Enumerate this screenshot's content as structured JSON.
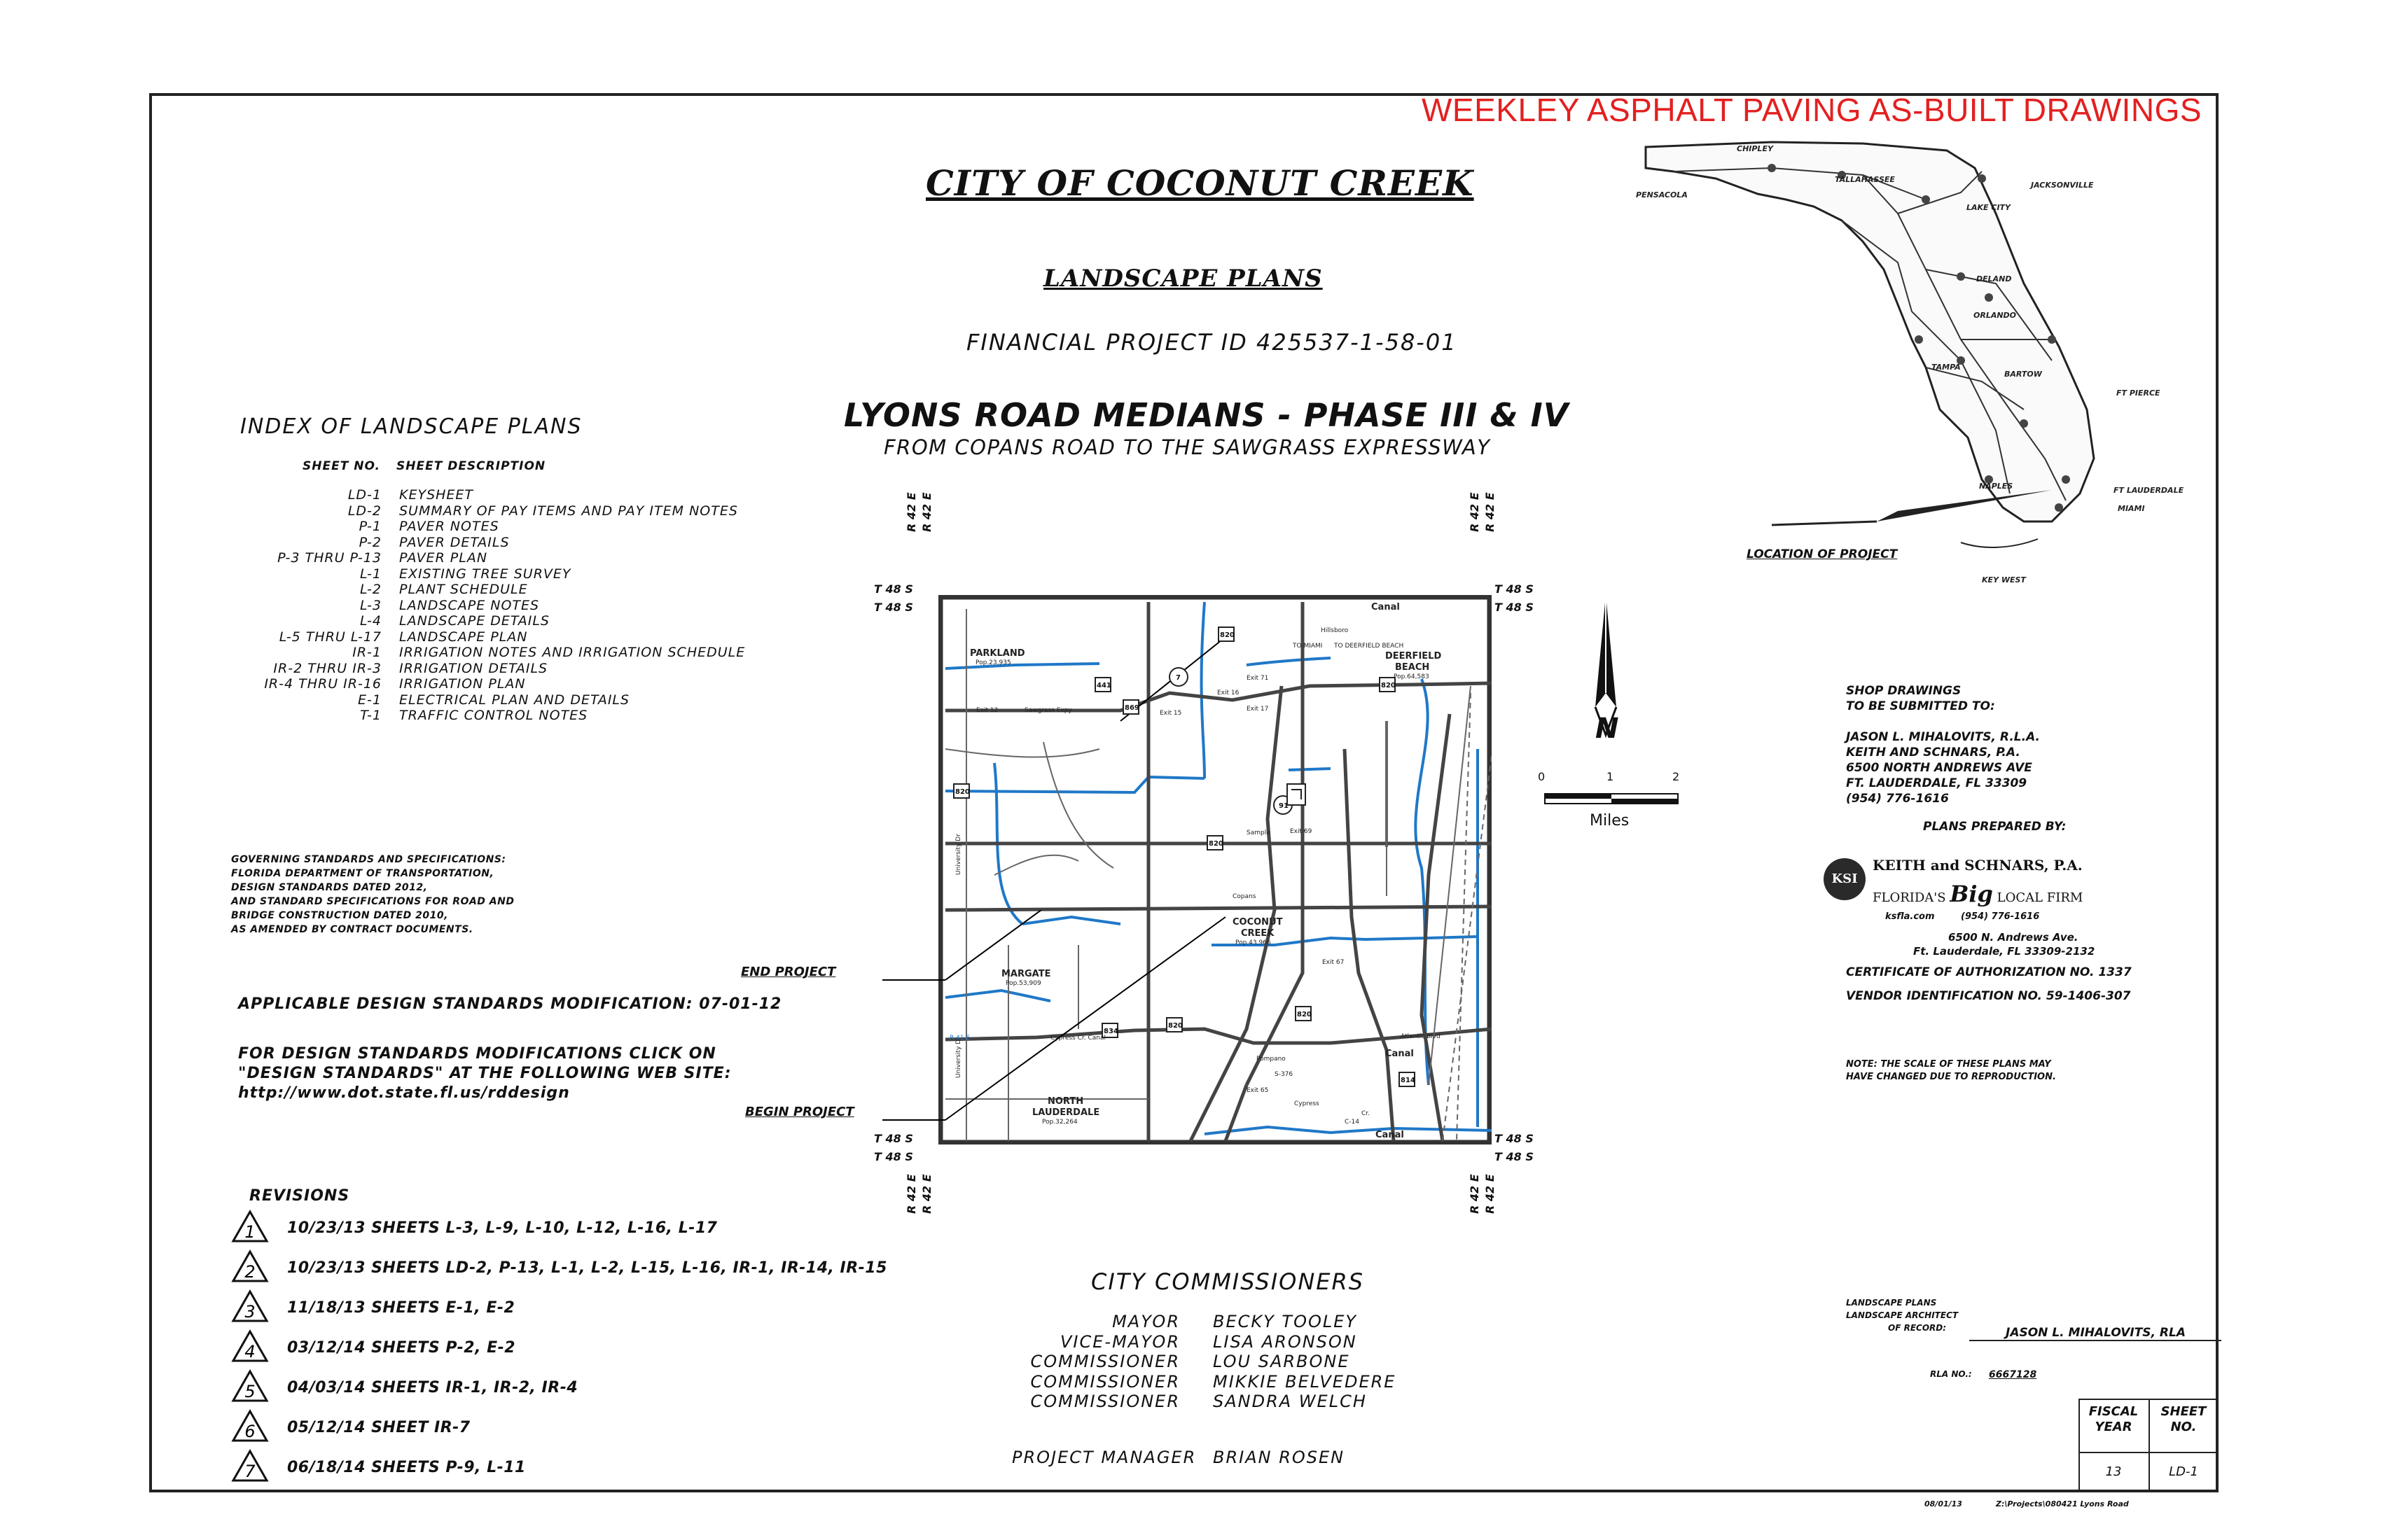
{
  "watermark": "WEEKLEY ASPHALT PAVING AS-BUILT DRAWINGS",
  "title": {
    "city": "CITY OF COCONUT CREEK",
    "plans": "LANDSCAPE PLANS",
    "financial_project": "FINANCIAL PROJECT ID 425537-1-58-01",
    "project": "LYONS ROAD MEDIANS - PHASE III & IV",
    "limits": "FROM COPANS ROAD TO THE SAWGRASS EXPRESSWAY"
  },
  "index": {
    "title": "INDEX OF LANDSCAPE PLANS",
    "col_no": "SHEET NO.",
    "col_desc": "SHEET DESCRIPTION",
    "rows": [
      {
        "no": "LD-1",
        "desc": "KEYSHEET"
      },
      {
        "no": "LD-2",
        "desc": "SUMMARY OF PAY ITEMS AND PAY ITEM NOTES"
      },
      {
        "no": "P-1",
        "desc": "PAVER NOTES"
      },
      {
        "no": "P-2",
        "desc": "PAVER DETAILS"
      },
      {
        "no": "P-3 THRU P-13",
        "desc": "PAVER PLAN"
      },
      {
        "no": "L-1",
        "desc": "EXISTING TREE SURVEY"
      },
      {
        "no": "L-2",
        "desc": "PLANT SCHEDULE"
      },
      {
        "no": "L-3",
        "desc": "LANDSCAPE NOTES"
      },
      {
        "no": "L-4",
        "desc": "LANDSCAPE DETAILS"
      },
      {
        "no": "L-5 THRU L-17",
        "desc": "LANDSCAPE PLAN"
      },
      {
        "no": "IR-1",
        "desc": "IRRIGATION NOTES AND IRRIGATION SCHEDULE"
      },
      {
        "no": "IR-2 THRU IR-3",
        "desc": "IRRIGATION DETAILS"
      },
      {
        "no": "IR-4 THRU IR-16",
        "desc": "IRRIGATION PLAN"
      },
      {
        "no": "E-1",
        "desc": "ELECTRICAL PLAN AND DETAILS"
      },
      {
        "no": "T-1",
        "desc": "TRAFFIC CONTROL NOTES"
      }
    ]
  },
  "governing": [
    "GOVERNING STANDARDS AND SPECIFICATIONS:",
    "FLORIDA DEPARTMENT OF TRANSPORTATION,",
    "DESIGN STANDARDS DATED 2012,",
    "AND STANDARD SPECIFICATIONS FOR ROAD AND",
    "BRIDGE CONSTRUCTION DATED 2010,",
    "AS AMENDED BY CONTRACT DOCUMENTS."
  ],
  "applicable": "APPLICABLE DESIGN STANDARDS MODIFICATION: 07-01-12",
  "design_mods": [
    "FOR DESIGN STANDARDS MODIFICATIONS CLICK ON",
    "\"DESIGN STANDARDS\" AT THE FOLLOWING WEB SITE:",
    "http://www.dot.state.fl.us/rddesign"
  ],
  "revisions": {
    "title": "REVISIONS",
    "items": [
      {
        "n": "1",
        "text": "10/23/13 SHEETS L-3, L-9, L-10, L-12, L-16, L-17"
      },
      {
        "n": "2",
        "text": "10/23/13 SHEETS LD-2, P-13, L-1, L-2, L-15, L-16, IR-1, IR-14, IR-15"
      },
      {
        "n": "3",
        "text": "11/18/13 SHEETS E-1, E-2"
      },
      {
        "n": "4",
        "text": "03/12/14 SHEETS P-2, E-2"
      },
      {
        "n": "5",
        "text": "04/03/14 SHEETS IR-1, IR-2, IR-4"
      },
      {
        "n": "6",
        "text": "05/12/14 SHEET IR-7"
      },
      {
        "n": "7",
        "text": "06/18/14 SHEETS P-9, L-11"
      }
    ]
  },
  "commissioners": {
    "title": "CITY COMMISSIONERS",
    "rows": [
      {
        "role": "MAYOR",
        "name": "BECKY TOOLEY"
      },
      {
        "role": "VICE-MAYOR",
        "name": "LISA ARONSON"
      },
      {
        "role": "COMMISSIONER",
        "name": "LOU SARBONE"
      },
      {
        "role": "COMMISSIONER",
        "name": "MIKKIE BELVEDERE"
      },
      {
        "role": "COMMISSIONER",
        "name": "SANDRA WELCH"
      }
    ],
    "pm_role": "PROJECT MANAGER",
    "pm_name": "BRIAN ROSEN"
  },
  "grid": {
    "t48s": "T 48 S",
    "r42e": "R 42 E",
    "r41e": "R 41 E"
  },
  "map": {
    "labels": {
      "parkland": "PARKLAND",
      "parkland_pop": "Pop.23,935",
      "deerfield": "DEERFIELD",
      "deerfield2": "BEACH",
      "deerfield_pop": "Pop.64,583",
      "coconut": "COCONUT",
      "coconut2": "CREEK",
      "coconut_pop": "Pop.43,966",
      "margate": "MARGATE",
      "margate_pop": "Pop.53,909",
      "north": "NORTH",
      "north2": "LAUDERDALE",
      "north_pop": "Pop.32,264",
      "canal": "Canal",
      "hillsboro": "Hillsboro",
      "to_miami": "TO MIAMI",
      "to_deerfield": "TO DEERFIELD BEACH",
      "sawgrass": "Sawgrass Expy",
      "exit12": "Exit 12",
      "exit15": "Exit 15",
      "exit16": "Exit 16",
      "exit17": "Exit 17",
      "exit71": "Exit 71",
      "exit69": "Exit 69",
      "exit67": "Exit 67",
      "exit65": "Exit 65",
      "sample": "Sample",
      "copans": "Copans",
      "cypress": "Cypress Cr. Canal",
      "pompano": "Pompano",
      "atlantic": "Atlantic Blvd",
      "university": "University Dr",
      "s376": "S-376",
      "c14": "C-14",
      "cypress_cr": "Cypress",
      "cr": "Cr."
    },
    "shields": {
      "r820": "820",
      "r869": "869",
      "r441": "441",
      "r7": "7",
      "r91": "91",
      "r834": "834",
      "r814": "814"
    },
    "end_project": "END PROJECT",
    "begin_project": "BEGIN PROJECT"
  },
  "north_arrow": {
    "label": "N"
  },
  "scale": {
    "t0": "0",
    "t1": "1",
    "t2": "2",
    "unit": "Miles"
  },
  "florida": {
    "location": "LOCATION OF PROJECT",
    "cities": {
      "pensacola": "PENSACOLA",
      "chipley": "CHIPLEY",
      "tallahassee": "TALLAHASSEE",
      "lake_city": "LAKE CITY",
      "jacksonville": "JACKSONVILLE",
      "deland": "DELAND",
      "orlando": "ORLANDO",
      "tampa": "TAMPA",
      "bartow": "BARTOW",
      "ft_pierce": "FT PIERCE",
      "naples": "NAPLES",
      "ft_lauderdale": "FT LAUDERDALE",
      "miami": "MIAMI",
      "key_west": "KEY WEST"
    }
  },
  "shop": {
    "lines": [
      "SHOP DRAWINGS",
      "TO BE SUBMITTED TO:"
    ],
    "address": [
      "JASON L. MIHALOVITS, R.L.A.",
      "KEITH AND SCHNARS, P.A.",
      "6500 NORTH ANDREWS AVE",
      "FT. LAUDERDALE, FL 33309",
      "(954) 776-1616"
    ],
    "prepared": "PLANS PREPARED BY:"
  },
  "firm": {
    "logo": "KSI",
    "name": "KEITH and SCHNARS, P.A.",
    "tagline_a": "FLORIDA'S",
    "tagline_b": "Big",
    "tagline_c": "LOCAL FIRM",
    "web": "ksfla.com",
    "phone": "(954) 776-1616",
    "addr1": "6500 N. Andrews Ave.",
    "addr2": "Ft. Lauderdale, FL 33309-2132",
    "cert": "CERTIFICATE OF AUTHORIZATION NO. 1337",
    "vendor": "VENDOR IDENTIFICATION NO. 59-1406-307"
  },
  "scale_note": [
    "NOTE: THE SCALE OF THESE PLANS MAY",
    "HAVE CHANGED DUE TO REPRODUCTION."
  ],
  "titleblock": {
    "line1": "LANDSCAPE PLANS",
    "line2": "LANDSCAPE ARCHITECT",
    "line3": "OF RECORD:",
    "architect": "JASON L. MIHALOVITS, RLA",
    "rla_label": "RLA NO.:",
    "rla_no": "6667128",
    "fiscal_label": "FISCAL YEAR",
    "fiscal_value": "13",
    "sheet_label": "SHEET NO.",
    "sheet_value": "LD-1"
  },
  "footer": {
    "date": "08/01/13",
    "path": "Z:\\Projects\\080421 Lyons Road"
  }
}
